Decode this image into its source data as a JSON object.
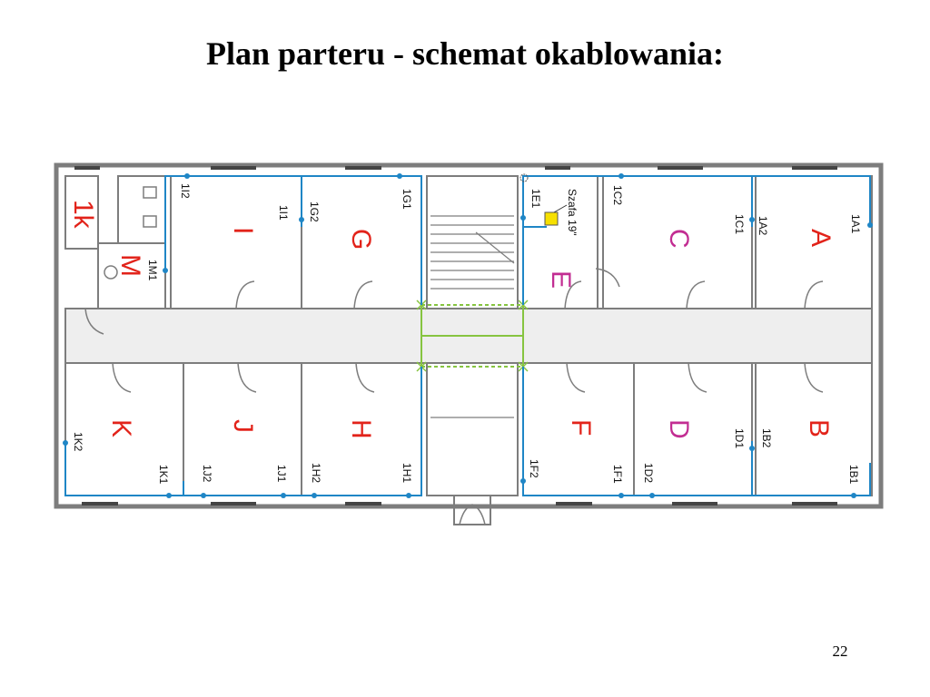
{
  "title": "Plan parteru - schemat okablowania:",
  "page_number": "22",
  "colors": {
    "wall": "#7d7d7d",
    "floor": "#ffffff",
    "corridor": "#eeeeee",
    "cable": "#1f86c6",
    "backbone": "#86c440",
    "room_red": "#e2231a",
    "room_magenta": "#c22d92",
    "rack": "#f6e000",
    "window": "#444444"
  },
  "rack_label": "Szafa 19\"",
  "rooms": [
    {
      "id": "1k",
      "label": "1k",
      "color": "red"
    },
    {
      "id": "M",
      "label": "M",
      "color": "red"
    },
    {
      "id": "I",
      "label": "I",
      "color": "red"
    },
    {
      "id": "G",
      "label": "G",
      "color": "red"
    },
    {
      "id": "E",
      "label": "E",
      "color": "magenta"
    },
    {
      "id": "C",
      "label": "C",
      "color": "magenta"
    },
    {
      "id": "A",
      "label": "A",
      "color": "red"
    },
    {
      "id": "K",
      "label": "K",
      "color": "red"
    },
    {
      "id": "J",
      "label": "J",
      "color": "red"
    },
    {
      "id": "H",
      "label": "H",
      "color": "red"
    },
    {
      "id": "F",
      "label": "F",
      "color": "red"
    },
    {
      "id": "D",
      "label": "D",
      "color": "magenta"
    },
    {
      "id": "B",
      "label": "B",
      "color": "red"
    }
  ],
  "ports": [
    "1I2",
    "1I1",
    "1G2",
    "1G1",
    "1M1",
    "1E1",
    "1C2",
    "1C1",
    "1A2",
    "1A1",
    "1K2",
    "1K1",
    "1J2",
    "1J1",
    "1H2",
    "1H1",
    "1F2",
    "1F1",
    "1D2",
    "1D1",
    "1B2",
    "1B1"
  ]
}
